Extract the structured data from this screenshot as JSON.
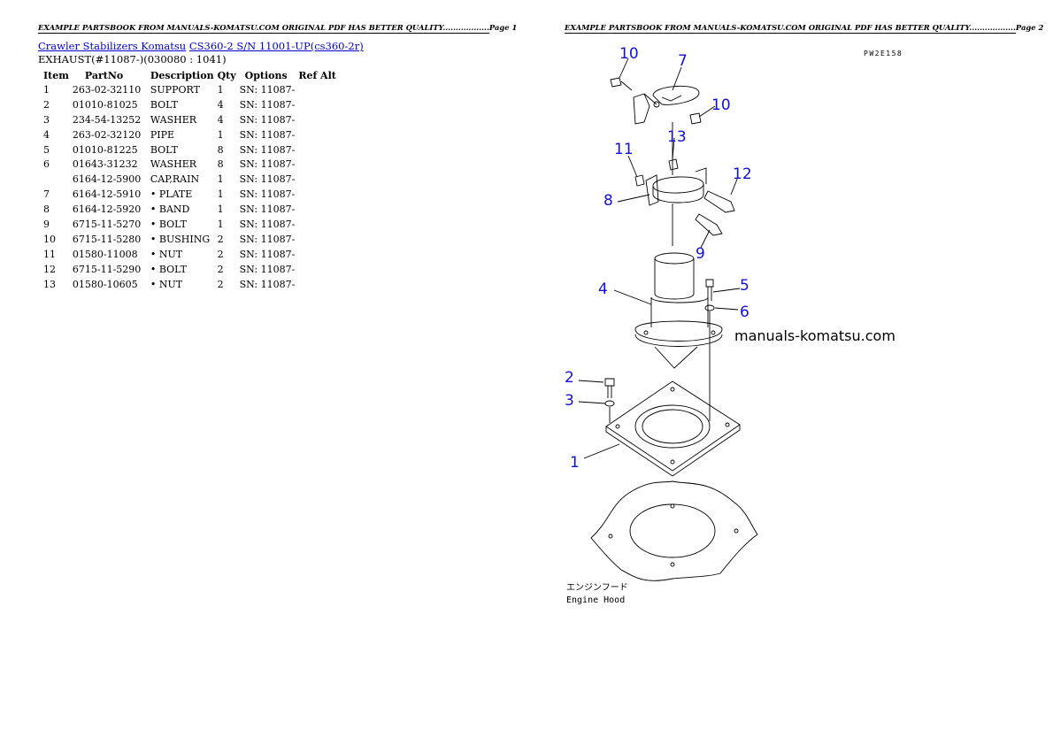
{
  "header": {
    "page1": "EXAMPLE PARTSBOOK FROM MANUALS-KOMATSU.COM ORIGINAL PDF HAS BETTER QUALITY..................Page 1",
    "page2": "EXAMPLE PARTSBOOK FROM MANUALS-KOMATSU.COM ORIGINAL PDF HAS BETTER QUALITY..................Page 2"
  },
  "breadcrumb": {
    "link1": "Crawler Stabilizers Komatsu",
    "link2": "CS360-2 S/N 11001-UP(cs360-2r)"
  },
  "subtitle": "EXHAUST(#11087-)(030080 : 1041)",
  "table": {
    "headers": [
      "Item",
      "PartNo",
      "Description",
      "Qty",
      "Options",
      "Ref Alt"
    ],
    "rows": [
      {
        "item": "1",
        "part": "263-02-32110",
        "desc": "SUPPORT",
        "qty": "1",
        "opt": "SN: 11087-"
      },
      {
        "item": "2",
        "part": "01010-81025",
        "desc": "BOLT",
        "qty": "4",
        "opt": "SN: 11087-"
      },
      {
        "item": "3",
        "part": "234-54-13252",
        "desc": "WASHER",
        "qty": "4",
        "opt": "SN: 11087-"
      },
      {
        "item": "4",
        "part": "263-02-32120",
        "desc": "PIPE",
        "qty": "1",
        "opt": "SN: 11087-"
      },
      {
        "item": "5",
        "part": "01010-81225",
        "desc": "BOLT",
        "qty": "8",
        "opt": "SN: 11087-"
      },
      {
        "item": "6",
        "part": "01643-31232",
        "desc": "WASHER",
        "qty": "8",
        "opt": "SN: 11087-"
      },
      {
        "item": "",
        "part": "6164-12-5900",
        "desc": "CAP,RAIN",
        "qty": "1",
        "opt": "SN: 11087-"
      },
      {
        "item": "7",
        "part": "6164-12-5910",
        "desc": "• PLATE",
        "qty": "1",
        "opt": "SN: 11087-"
      },
      {
        "item": "8",
        "part": "6164-12-5920",
        "desc": "• BAND",
        "qty": "1",
        "opt": "SN: 11087-"
      },
      {
        "item": "9",
        "part": "6715-11-5270",
        "desc": "• BOLT",
        "qty": "1",
        "opt": "SN: 11087-"
      },
      {
        "item": "10",
        "part": "6715-11-5280",
        "desc": "• BUSHING",
        "qty": "2",
        "opt": "SN: 11087-"
      },
      {
        "item": "11",
        "part": "01580-11008",
        "desc": "• NUT",
        "qty": "2",
        "opt": "SN: 11087-"
      },
      {
        "item": "12",
        "part": "6715-11-5290",
        "desc": "• BOLT",
        "qty": "2",
        "opt": "SN: 11087-"
      },
      {
        "item": "13",
        "part": "01580-10605",
        "desc": "• NUT",
        "qty": "2",
        "opt": "SN: 11087-"
      }
    ]
  },
  "diagram": {
    "code": "PW2E158",
    "watermark": "manuals-komatsu.com",
    "caption_jp": "エンジンフード",
    "caption_en": "Engine Hood",
    "labels": [
      "10",
      "7",
      "10",
      "13",
      "11",
      "12",
      "8",
      "9",
      "4",
      "5",
      "6",
      "2",
      "3",
      "1"
    ]
  }
}
